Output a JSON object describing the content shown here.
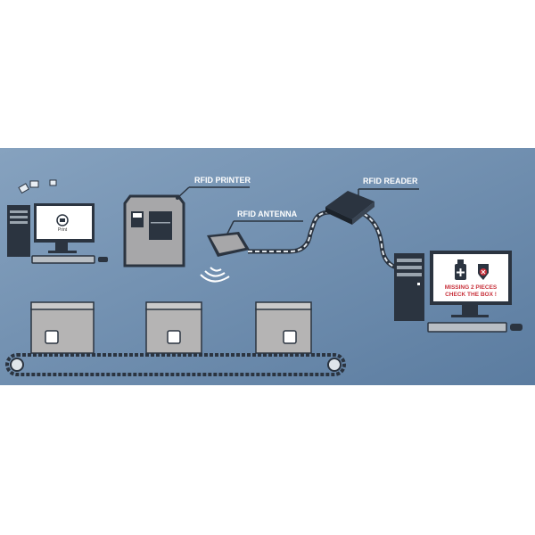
{
  "labels": {
    "printer": "RFID PRINTER",
    "antenna": "RFID ANTENNA",
    "reader": "RFID READER"
  },
  "left_screen": {
    "button": "Print"
  },
  "right_screen": {
    "line1": "MISSING 2 PIECES",
    "line2": "CHECK THE BOX !"
  },
  "colors": {
    "background": "#6f8fb0",
    "dark": "#2b3440",
    "alert": "#c8323c"
  }
}
